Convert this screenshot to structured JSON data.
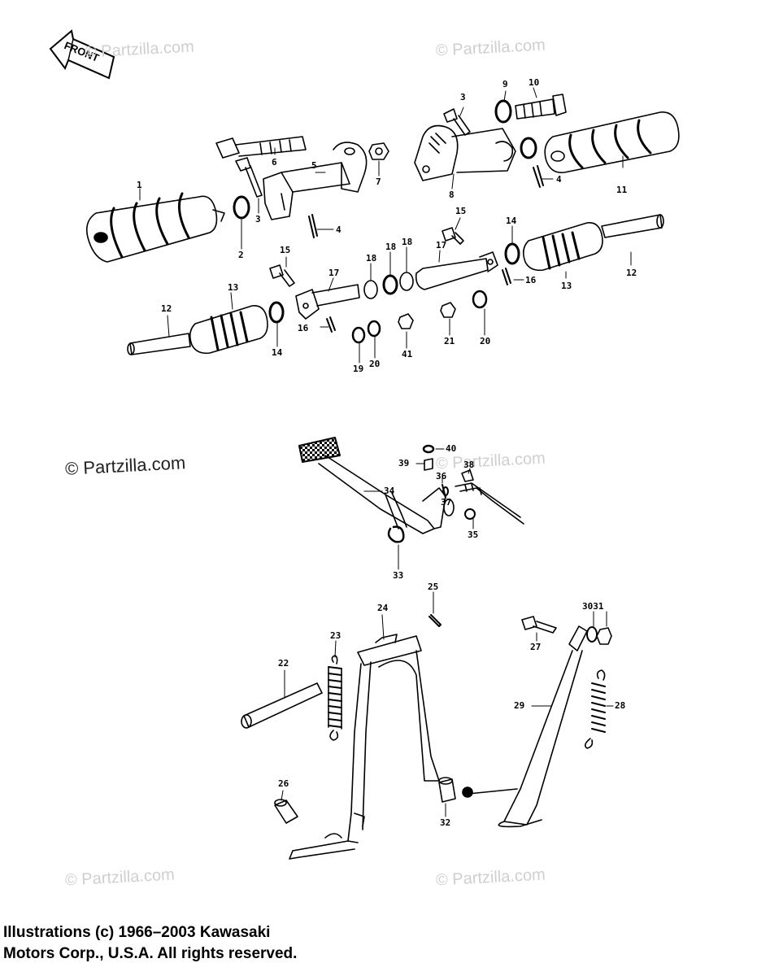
{
  "front_label": "FRONT",
  "watermarks": {
    "wm1": "© Partzilla.com",
    "wm2": "© Partzilla.com",
    "wm3": "© Partzilla.com",
    "wm4": "© Partzilla.com",
    "wm5": "© Partzilla.com",
    "wm6": "© Partzilla.com"
  },
  "callouts": {
    "c1": "1",
    "c2": "2",
    "c3a": "3",
    "c3b": "3",
    "c4a": "4",
    "c4b": "4",
    "c5": "5",
    "c6": "6",
    "c7": "7",
    "c8": "8",
    "c9": "9",
    "c10": "10",
    "c11": "11",
    "c12a": "12",
    "c12b": "12",
    "c13a": "13",
    "c13b": "13",
    "c14a": "14",
    "c14b": "14",
    "c15a": "15",
    "c15b": "15",
    "c16a": "16",
    "c16b": "16",
    "c17a": "17",
    "c17b": "17",
    "c18a": "18",
    "c18b": "18",
    "c18c": "18",
    "c19": "19",
    "c20a": "20",
    "c20b": "20",
    "c21": "21",
    "c41": "41",
    "c22": "22",
    "c23": "23",
    "c24": "24",
    "c25": "25",
    "c26": "26",
    "c27": "27",
    "c28": "28",
    "c29": "29",
    "c3031": "3031",
    "c32": "32",
    "c33": "33",
    "c34": "34",
    "c35": "35",
    "c36": "36",
    "c37": "37",
    "c38": "38",
    "c39": "39",
    "c40": "40"
  },
  "copyright": {
    "line1": "Illustrations (c) 1966–2003 Kawasaki",
    "line2": "Motors Corp., U.S.A.  All rights reserved."
  }
}
